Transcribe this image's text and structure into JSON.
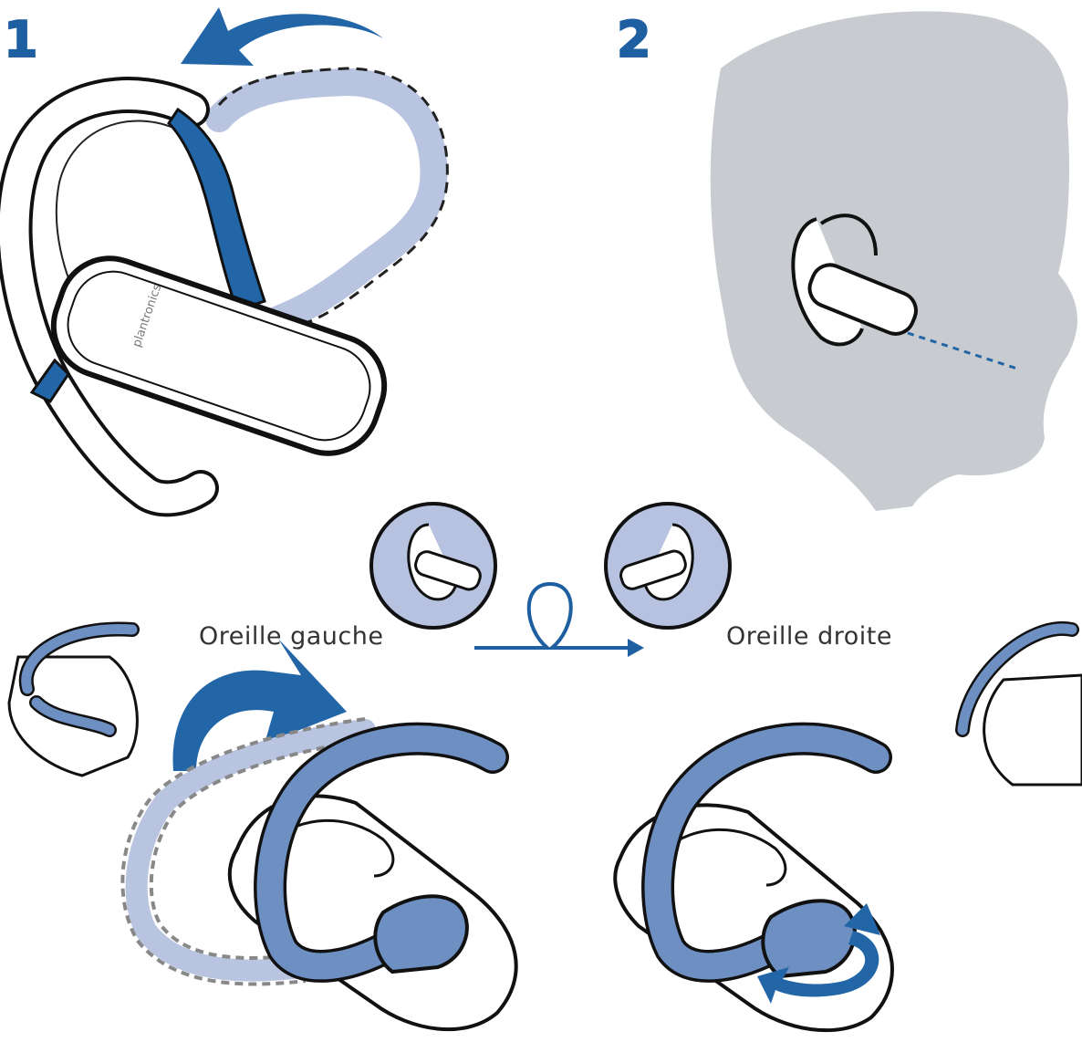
{
  "steps": [
    {
      "number": "1"
    },
    {
      "number": "2"
    }
  ],
  "labels": {
    "left_ear": "Oreille gauche",
    "right_ear": "Oreille droite"
  },
  "headset": {
    "brand": "plantronics"
  },
  "colors": {
    "step_blue": "#1d5fa0",
    "arrow_blue": "#2266a8",
    "clip_blue": "#6d8fc2",
    "ghost_blue": "#b8c4e0",
    "head_gray": "#c8cbcf",
    "circle_fill": "#b6c2df"
  }
}
